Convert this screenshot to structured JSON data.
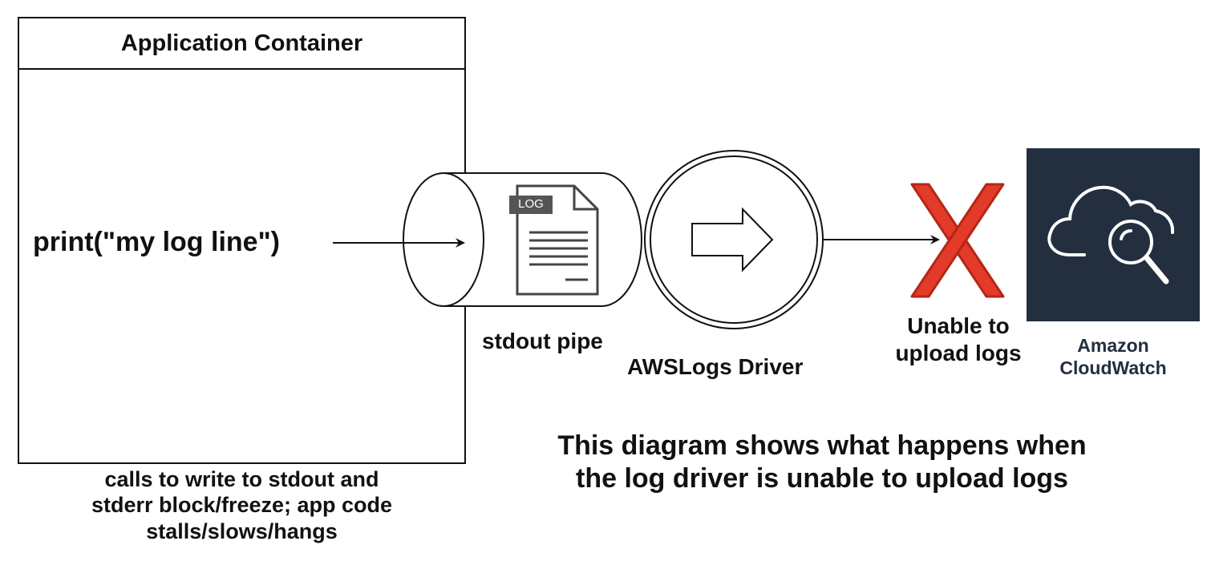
{
  "container": {
    "title": "Application Container",
    "code": "print(\"my log line\")",
    "caption_lines": [
      "calls to write to stdout and",
      "stderr block/freeze; app code",
      "stalls/slows/hangs"
    ]
  },
  "pipe": {
    "label": "stdout pipe",
    "file_tag": "LOG"
  },
  "driver": {
    "label": "AWSLogs Driver"
  },
  "failure": {
    "label_lines": [
      "Unable to",
      "upload logs"
    ]
  },
  "cloudwatch": {
    "label_lines": [
      "Amazon",
      "CloudWatch"
    ]
  },
  "note_lines": [
    "This diagram shows what happens when",
    "the log driver is unable to upload logs"
  ],
  "icons": {
    "file": "log-file-icon",
    "arrow": "right-arrow-icon",
    "fail": "red-x-icon",
    "cloud": "cloud-search-icon"
  },
  "colors": {
    "stroke": "#111111",
    "fail_red": "#e23b2a",
    "cloudwatch_bg": "#232f3e",
    "cloudwatch_label": "#232f3e",
    "log_tag_bg": "#555555"
  }
}
